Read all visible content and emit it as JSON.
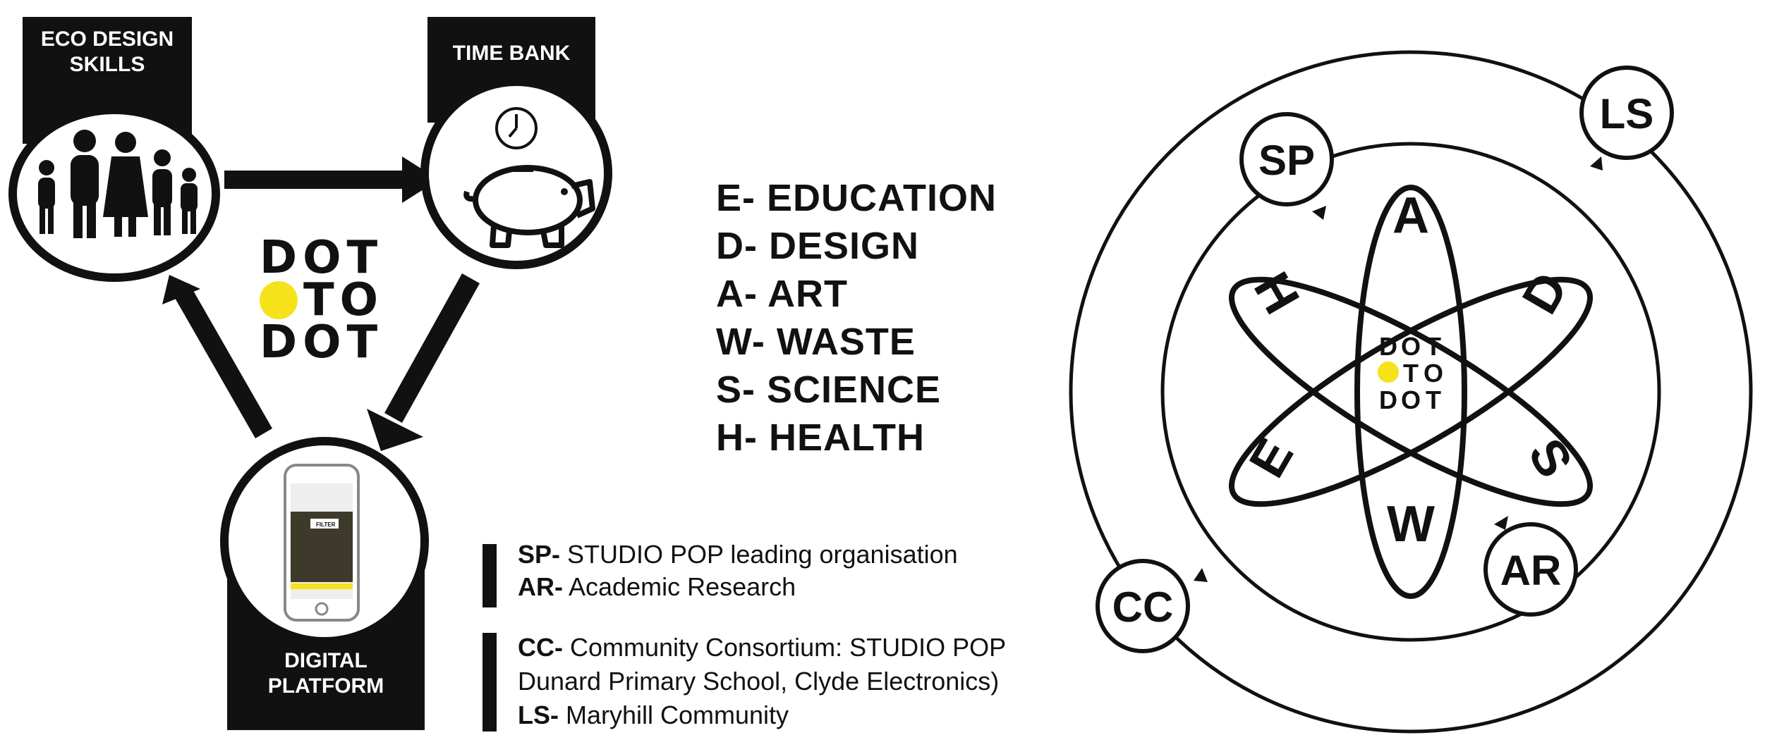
{
  "left_cycle": {
    "node_top_left": {
      "title_line1": "ECO DESIGN",
      "title_line2": "SKILLS"
    },
    "node_top_right": {
      "title": "TIME BANK"
    },
    "node_bottom": {
      "title_line1": "DIGITAL",
      "title_line2": "PLATFORM"
    },
    "logo": {
      "row1": [
        "D",
        "O",
        "T"
      ],
      "row2": [
        "T",
        "O"
      ],
      "row3": [
        "D",
        "O",
        "T"
      ],
      "accent_color": "#f5e21a"
    },
    "phone_filter_label": "FILTER"
  },
  "legend": {
    "items": [
      "E- EDUCATION",
      "D- DESIGN",
      "A- ART",
      "W- WASTE",
      "S- SCIENCE",
      "H- HEALTH"
    ]
  },
  "key": {
    "group1": [
      {
        "code": "SP-",
        "text": " STUDIO POP leading organisation"
      },
      {
        "code": "AR-",
        "text": " Academic Research"
      }
    ],
    "group2": [
      {
        "code": "CC-",
        "text": " Community Consortium: STUDIO POP"
      },
      {
        "code": "",
        "text": "Dunard Primary School, Clyde Electronics)"
      },
      {
        "code": "LS-",
        "text": " Maryhill Community"
      }
    ]
  },
  "atom": {
    "orbit_letters": {
      "top": "A",
      "bottom": "W",
      "upper_left": "H",
      "lower_left": "E",
      "upper_right": "D",
      "lower_right": "S"
    },
    "nodes": {
      "sp": "SP",
      "ls": "LS",
      "ar": "AR",
      "cc": "CC"
    }
  }
}
